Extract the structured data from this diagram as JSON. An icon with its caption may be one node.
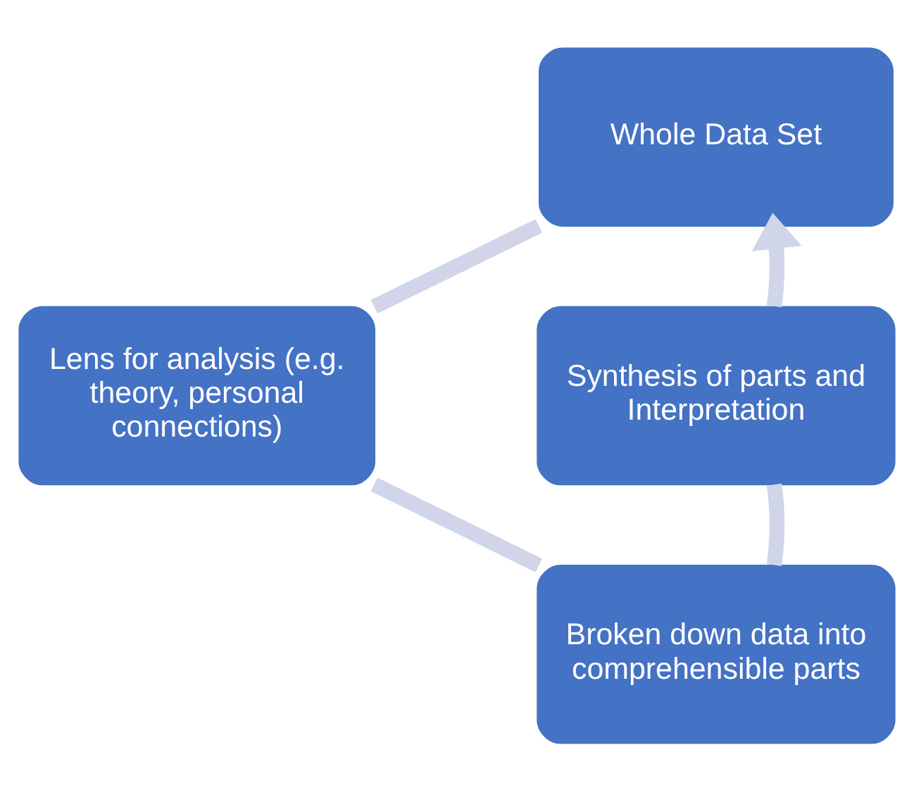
{
  "diagram": {
    "nodes": [
      {
        "text": [
          "Whole Data Set"
        ]
      },
      {
        "text": [
          "Lens for analysis (e.g. theory, personal connections)"
        ]
      },
      {
        "text": [
          "Broken down data into comprehensible parts"
        ]
      },
      {
        "text": [
          "Synthesis of parts and Interpretation"
        ]
      }
    ],
    "edges": [
      {
        "from": 0,
        "to": 1,
        "arrow": "none"
      },
      {
        "from": 1,
        "to": 2,
        "arrow": "none"
      },
      {
        "from": 2,
        "to": 3,
        "arrow": "none"
      },
      {
        "from": 3,
        "to": 0,
        "arrow": "to"
      }
    ]
  }
}
